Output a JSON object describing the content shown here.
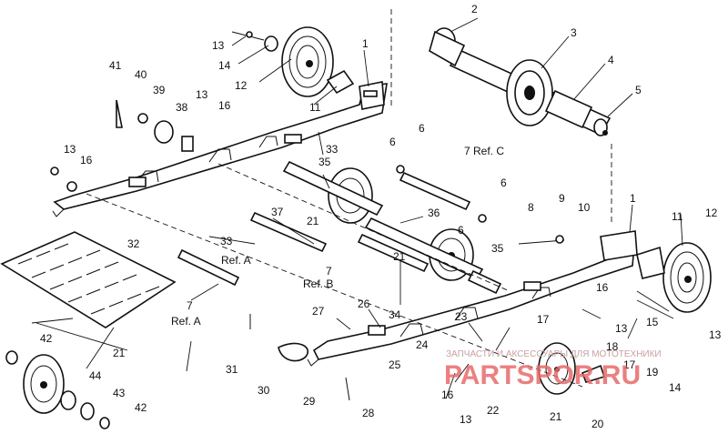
{
  "labels": {
    "l1a": "1",
    "l1b": "1",
    "l2": "2",
    "l3": "3",
    "l4": "4",
    "l5": "5",
    "l6a": "6",
    "l6b": "6",
    "l6c": "6",
    "l6d": "6",
    "l7c": "7 Ref. C",
    "l7b": "7",
    "l7a": "7",
    "l8": "8",
    "l9": "9",
    "l10": "10",
    "l11a": "11",
    "l11b": "11",
    "l12a": "12",
    "l12b": "12",
    "l13a": "13",
    "l13b": "13",
    "l13c": "13",
    "l13d": "13",
    "l13e": "13",
    "l13f": "13",
    "l14a": "14",
    "l14b": "14",
    "l15": "15",
    "l16a": "16",
    "l16b": "16",
    "l16c": "16",
    "l16d": "16",
    "l17a": "17",
    "l17b": "17",
    "l18": "18",
    "l19": "19",
    "l20": "20",
    "l21a": "21",
    "l21b": "21",
    "l21c": "21",
    "l21d": "21",
    "l22": "22",
    "l23": "23",
    "l24": "24",
    "l25": "25",
    "l26": "26",
    "l27": "27",
    "l28": "28",
    "l29": "29",
    "l30": "30",
    "l31": "31",
    "l32": "32",
    "l33a": "33",
    "l33b": "33",
    "l34": "34",
    "l35a": "35",
    "l35b": "35",
    "l36": "36",
    "l37": "37",
    "l38": "38",
    "l39": "39",
    "l40": "40",
    "l41": "41",
    "l42a": "42",
    "l42b": "42",
    "l43": "43",
    "l44": "44"
  },
  "refs": {
    "refA1": "Ref. A",
    "refB": "Ref. B",
    "refA2": "Ref. A"
  },
  "watermark": {
    "caption": "ЗАПЧАСТИ И АКСЕССУАРЫ ДЛЯ МОТОТЕХНИКИ",
    "brand": "PARTSPOR.RU"
  },
  "colors": {
    "ink": "#111111",
    "watermark_red": "#e86a6a"
  }
}
